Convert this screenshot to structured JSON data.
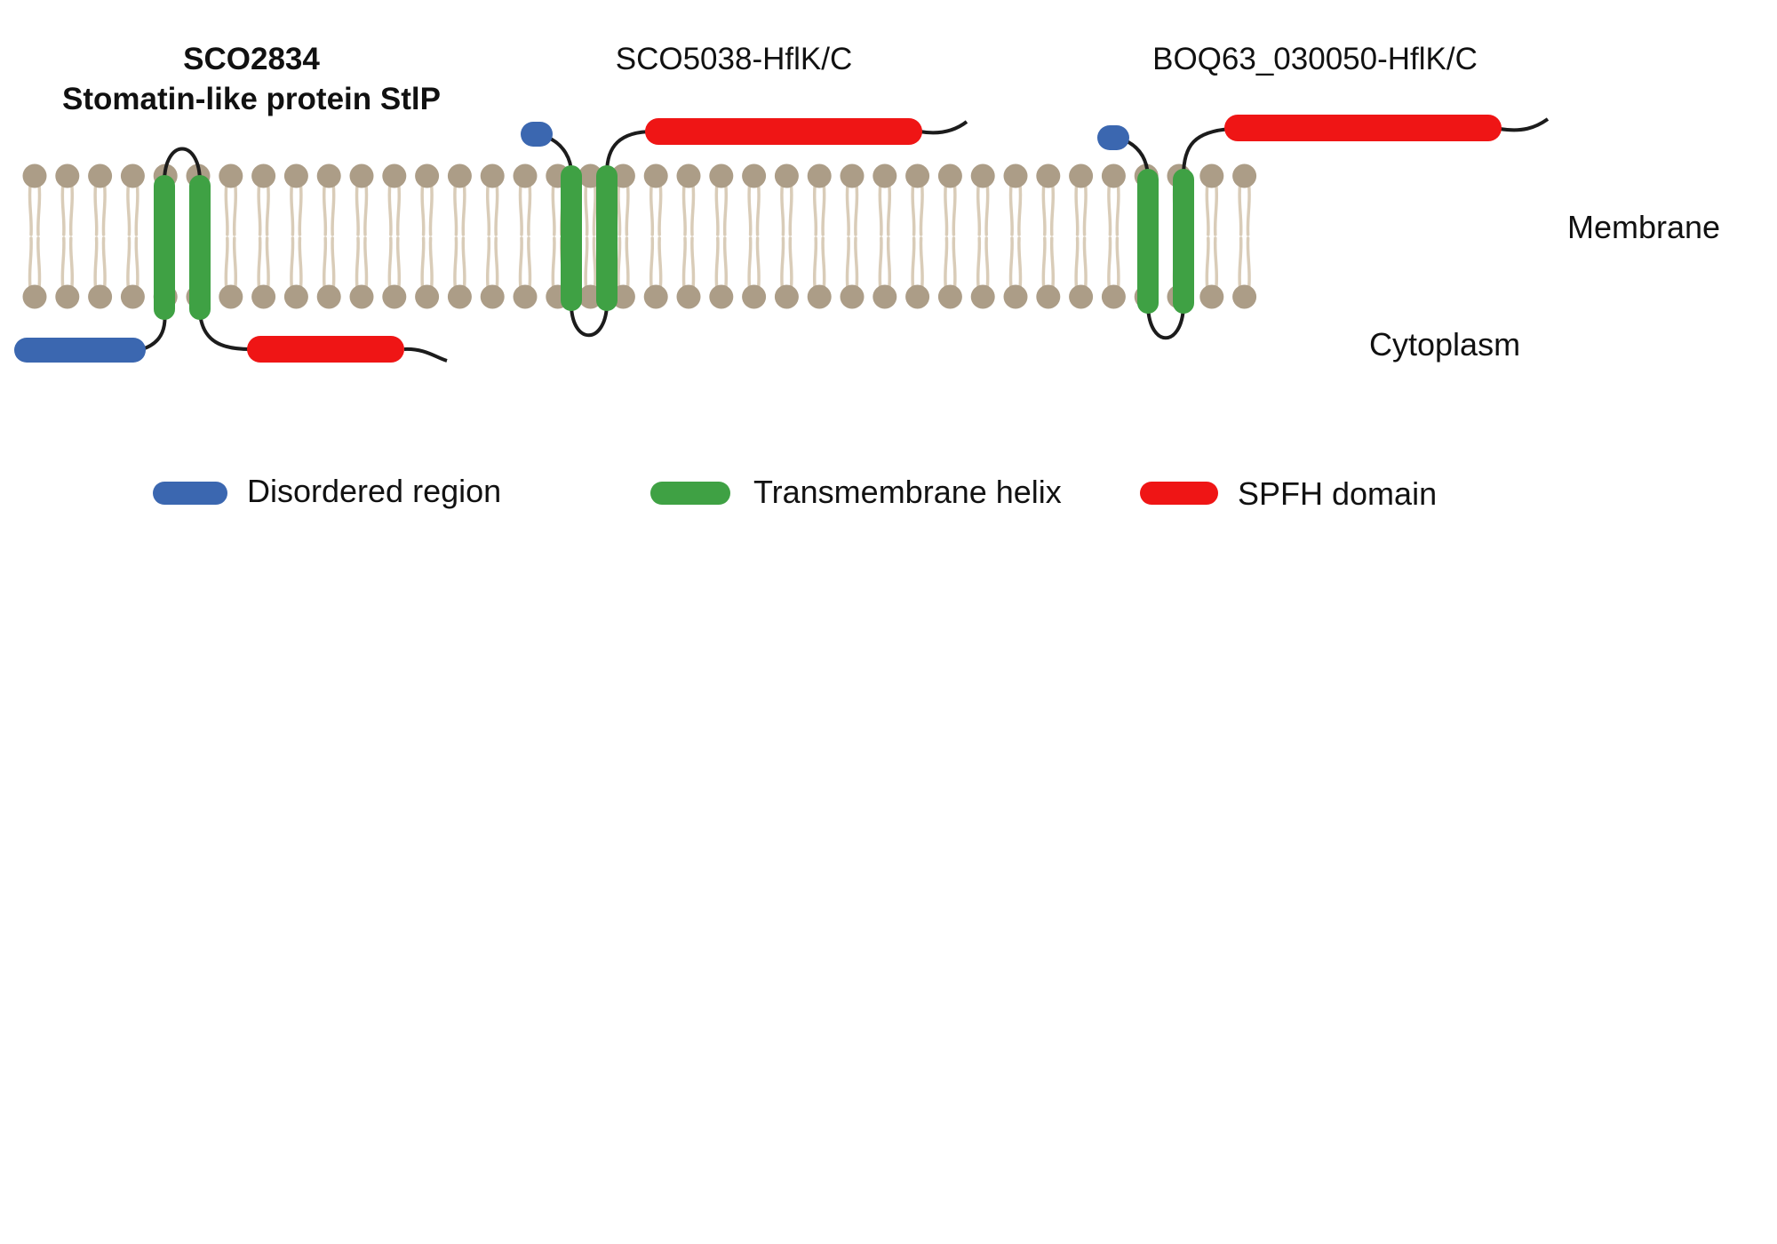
{
  "proteins": [
    {
      "title_lines": [
        "SCO2834",
        "Stomatin-like protein StlP"
      ]
    },
    {
      "title_lines": [
        "SCO5038-HflK/C"
      ]
    },
    {
      "title_lines": [
        "BOQ63_030050-HflK/C"
      ]
    }
  ],
  "membrane_label": "Membrane",
  "cytoplasm_label": "Cytoplasm",
  "legend": [
    {
      "label": "Disordered region",
      "color": "#3b67b0"
    },
    {
      "label": "Transmembrane helix",
      "color": "#3fa144"
    },
    {
      "label": "SPFH domain",
      "color": "#ef1515"
    }
  ],
  "colors": {
    "lipid_head": "#ac9d87",
    "lipid_tail": "#d9ccb8",
    "loop": "#1c1c1c",
    "disordered": "#3b67b0",
    "transmembrane": "#3fa144",
    "spfh": "#ef1515"
  }
}
